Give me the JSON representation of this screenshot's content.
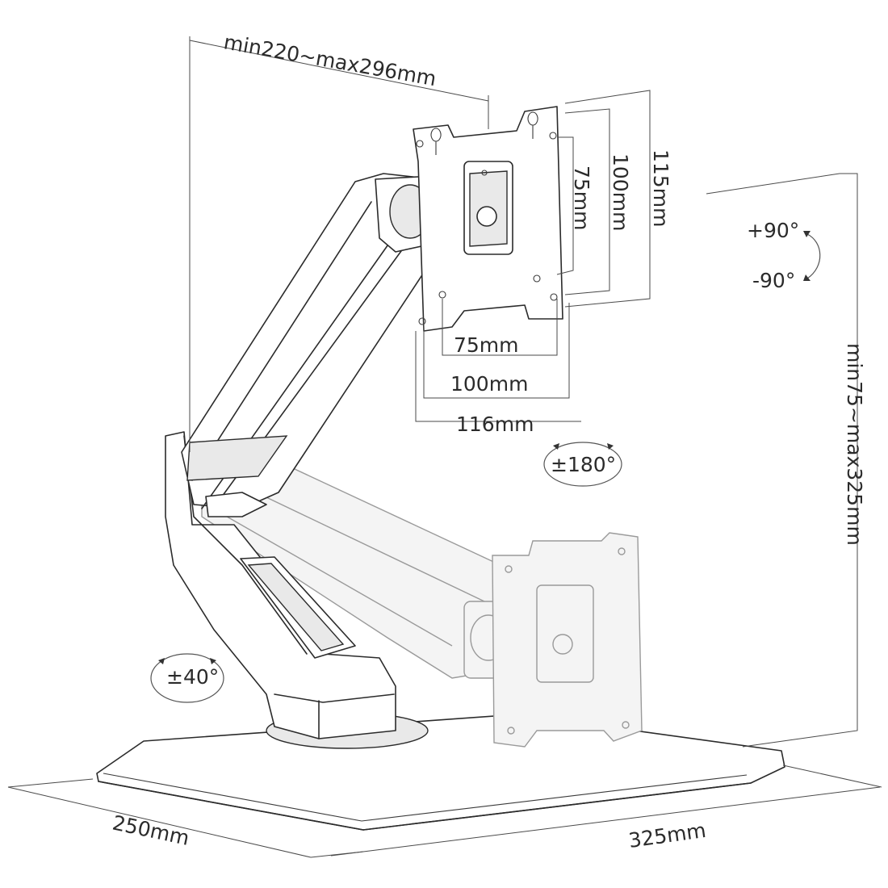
{
  "labels": {
    "arm_reach": "min220~max296mm",
    "vesa_v_75": "75mm",
    "vesa_v_100": "100mm",
    "plate_h_115": "115mm",
    "vesa_h_75": "75mm",
    "vesa_h_100": "100mm",
    "plate_w_116": "116mm",
    "tilt_plus": "+90°",
    "tilt_minus": "-90°",
    "height_range": "min75~max325mm",
    "swivel_head": "±180°",
    "swivel_base": "±40°",
    "base_depth": "250mm",
    "base_width": "325mm"
  },
  "colors": {
    "line": "#2b2b2b",
    "ghost": "#9a9a9a",
    "background": "#ffffff"
  }
}
